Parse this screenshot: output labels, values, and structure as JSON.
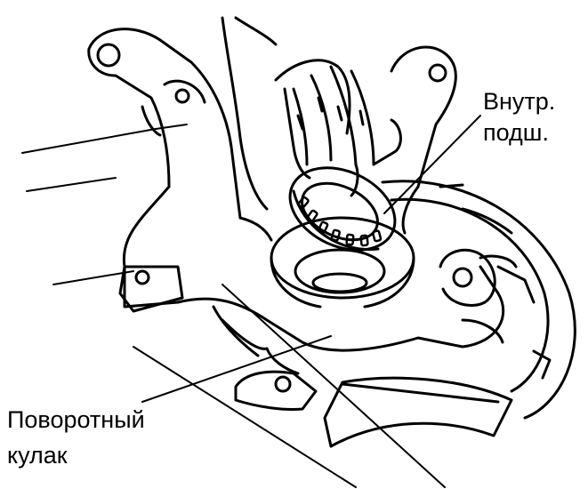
{
  "labels": {
    "bearing_line1": "Внутр.",
    "bearing_line2": "подш.",
    "knuckle_line1": "Поворотный",
    "knuckle_line2": "кулак"
  },
  "colors": {
    "ink": "#000000",
    "paper": "#ffffff"
  }
}
